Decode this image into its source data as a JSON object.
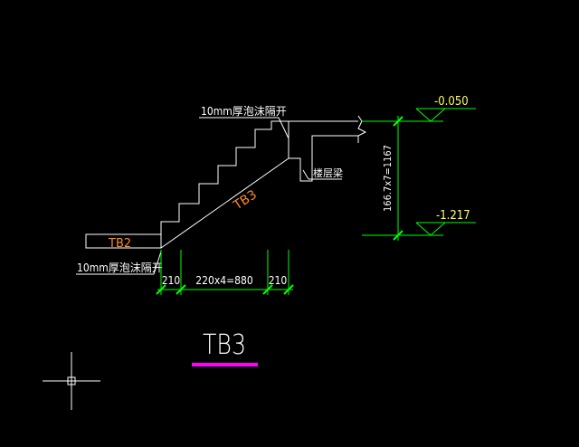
{
  "drawing": {
    "title": "TB3",
    "stair_label": "TB3",
    "landing_label": "TB2",
    "note_top": "10mm厚泡沫隔开",
    "note_bottom": "10mm厚泡沫隔开",
    "beam_label": "楼层梁",
    "elevation_top": "-0.050",
    "elevation_bottom": "-1.217",
    "dim_vertical": "166.7x7=1167",
    "dim_left": "210",
    "dim_mid": "220x4=880",
    "dim_right": "210"
  },
  "colors": {
    "background": "#000000",
    "line": "#ffffff",
    "dimension": "#00ff00",
    "elevation_text": "#ffff66",
    "member_label": "#ff8a2a",
    "title_underline": "#ff00ff"
  },
  "icons": {
    "cursor": "crosshair-cursor-icon"
  }
}
